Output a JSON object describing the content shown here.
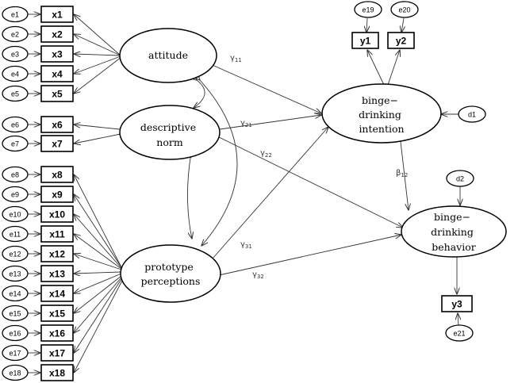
{
  "left_errors": [
    "e1",
    "e2",
    "e3",
    "e4",
    "e5",
    "e6",
    "e7",
    "e8",
    "e9",
    "e10",
    "e11",
    "e12",
    "e13",
    "e14",
    "e15",
    "e16",
    "e17",
    "e18"
  ],
  "left_indicators": [
    "x1",
    "x2",
    "x3",
    "x4",
    "x5",
    "x6",
    "x7",
    "x8",
    "x9",
    "x10",
    "x11",
    "x12",
    "x13",
    "x14",
    "x15",
    "x16",
    "x17",
    "x18"
  ],
  "right_errors": {
    "e19": "e19",
    "e20": "e20",
    "e21": "e21"
  },
  "right_indicators": {
    "y1": "y1",
    "y2": "y2",
    "y3": "y3"
  },
  "disturbances": {
    "d1": "d1",
    "d2": "d2"
  },
  "latents": {
    "attitude": [
      "attitude"
    ],
    "descriptive_norm": [
      "descriptive",
      "norm"
    ],
    "prototype": [
      "prototype",
      "perceptions"
    ],
    "intention": [
      "binge−",
      "drinking",
      "intention"
    ],
    "behavior": [
      "binge−",
      "drinking",
      "behavior"
    ]
  },
  "coefficients": {
    "g11": {
      "sym": "γ",
      "sub": "11"
    },
    "g21": {
      "sym": "γ",
      "sub": "21"
    },
    "g22": {
      "sym": "γ",
      "sub": "22"
    },
    "g31": {
      "sym": "γ",
      "sub": "31"
    },
    "g32": {
      "sym": "γ",
      "sub": "32"
    },
    "b12": {
      "sym": "β",
      "sub": "12"
    }
  }
}
